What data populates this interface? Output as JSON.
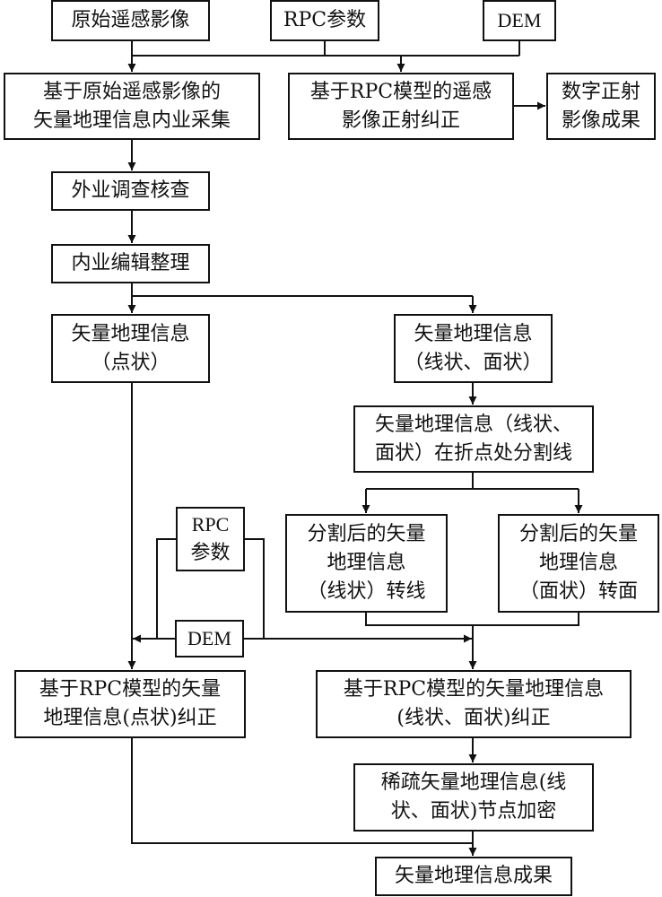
{
  "nodes": {
    "raw_image": "原始遥感影像",
    "rpc_params_top": "RPC参数",
    "dem_top": "DEM",
    "collect": [
      "基于原始遥感影像的",
      "矢量地理信息内业采集"
    ],
    "ortho": [
      "基于RPC模型的遥感",
      "影像正射纠正"
    ],
    "dom": [
      "数字正射",
      "影像成果"
    ],
    "field_check": "外业调查核查",
    "office_edit": "内业编辑整理",
    "point_info": [
      "矢量地理信息",
      "（点状）"
    ],
    "line_area_info": [
      "矢量地理信息",
      "（线状、面状）"
    ],
    "split": [
      "矢量地理信息（线状、",
      "面状）在折点处分割线"
    ],
    "rpc_params_mid": [
      "RPC",
      "参数"
    ],
    "split_line": [
      "分割后的矢量",
      "地理信息",
      "（线状）转线"
    ],
    "split_area": [
      "分割后的矢量",
      "地理信息",
      "（面状）转面"
    ],
    "dem_mid": "DEM",
    "point_correct": [
      "基于RPC模型的矢量",
      "地理信息(点状)纠正"
    ],
    "line_area_correct": [
      "基于RPC模型的矢量地理信息",
      "(线状、面状)纠正"
    ],
    "densify": [
      "稀疏矢量地理信息(线",
      "状、面状)节点加密"
    ],
    "result": "矢量地理信息成果"
  },
  "colors": {
    "stroke": "#111111",
    "background": "#ffffff"
  }
}
